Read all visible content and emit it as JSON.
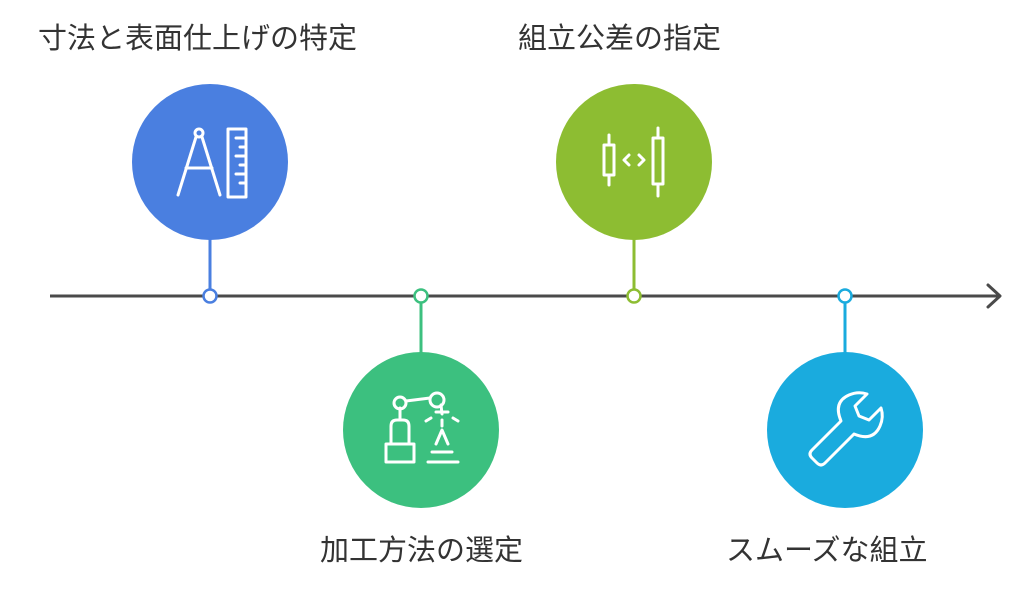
{
  "timeline": {
    "steps": [
      {
        "label": "寸法と表面仕上げの特定",
        "icon": "compass-ruler-icon",
        "color": "#4a7fe0"
      },
      {
        "label": "加工方法の選定",
        "icon": "robotic-arm-icon",
        "color": "#3cc07f"
      },
      {
        "label": "組立公差の指定",
        "icon": "tolerance-icon",
        "color": "#8dbd32"
      },
      {
        "label": "スムーズな組立",
        "icon": "wrench-icon",
        "color": "#1aabde"
      }
    ],
    "axis_color": "#4a4a4a"
  }
}
